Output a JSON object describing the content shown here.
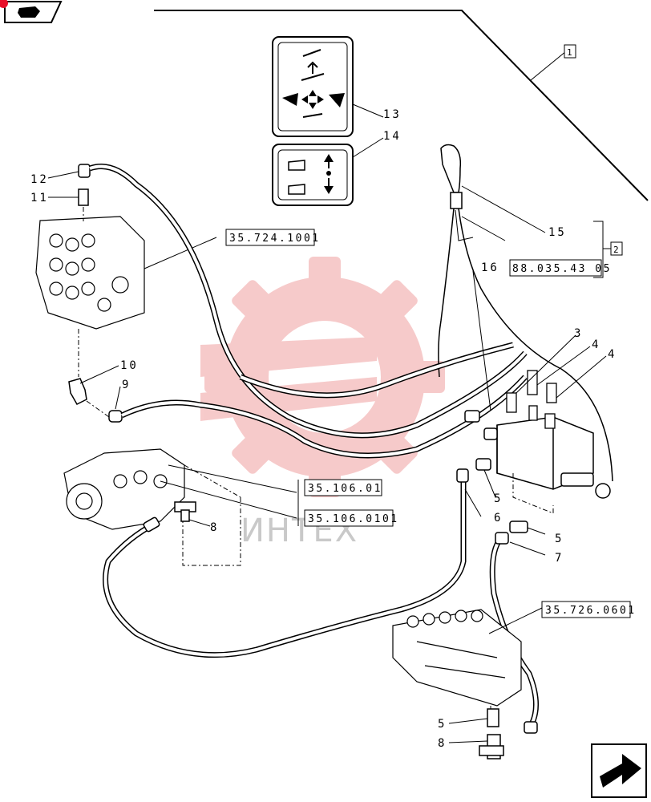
{
  "callouts": {
    "c1": "1",
    "c2": "2",
    "c3": "3",
    "c4a": "4",
    "c4b": "4",
    "c5a": "5",
    "c5b": "5",
    "c5c": "5",
    "c6": "6",
    "c7": "7",
    "c8a": "8",
    "c8b": "8",
    "c9": "9",
    "c10": "10",
    "c11": "11",
    "c12": "12",
    "c13": "13",
    "c14": "14",
    "c15": "15",
    "c16": "16"
  },
  "refs": {
    "r1": "35.724.1001",
    "r2": "88.035.43 05",
    "r3": "35.106.01",
    "r4": "35.106.0101",
    "r5": "35.726.0601"
  },
  "watermark": {
    "text": "ИНТЕХ"
  },
  "colors": {
    "line": "#000000",
    "watermark": "#f2b3b3",
    "corner_tab": "#e8102a"
  },
  "icons": {
    "top_left": "book-icon",
    "bottom_right": "next-page-arrow-icon"
  }
}
